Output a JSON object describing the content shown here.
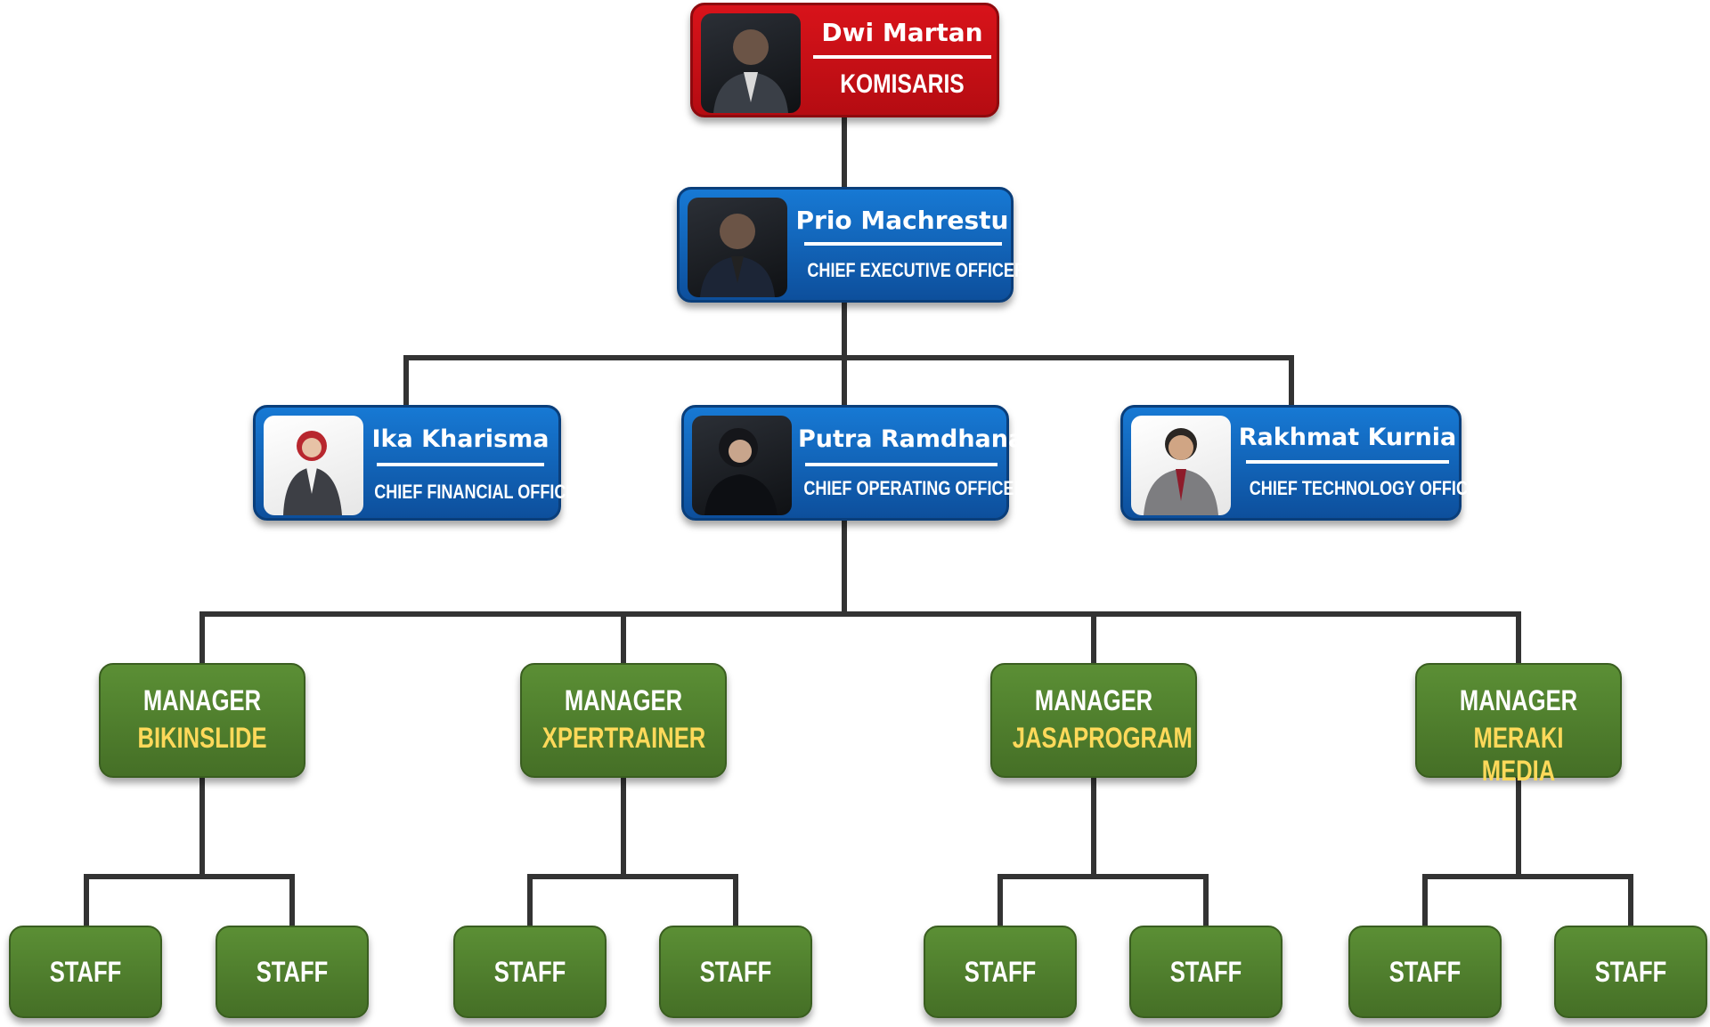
{
  "komisaris": {
    "name": "Dwi Martan",
    "role": "KOMISARIS",
    "photo_icon": "person-photo-icon"
  },
  "ceo": {
    "name": "Prio Machrestu",
    "role": "CHIEF EXECUTIVE OFFICER",
    "photo_icon": "person-photo-icon"
  },
  "cfo": {
    "name": "Ika Kharisma",
    "role": "CHIEF FINANCIAL OFFICER",
    "photo_icon": "person-photo-icon"
  },
  "coo": {
    "name": "Putra Ramdhana",
    "role": "CHIEF OPERATING OFFICER",
    "photo_icon": "person-photo-icon"
  },
  "cto": {
    "name": "Rakhmat Kurnia",
    "role": "CHIEF TECHNOLOGY OFFICER",
    "photo_icon": "person-photo-icon"
  },
  "managers": [
    {
      "title": "MANAGER",
      "unit": "BIKINSLIDE"
    },
    {
      "title": "MANAGER",
      "unit": "XPERTRAINER"
    },
    {
      "title": "MANAGER",
      "unit": "JASAPROGRAM"
    },
    {
      "title": "MANAGER",
      "unit": "MERAKI MEDIA"
    }
  ],
  "staff": [
    "STAFF",
    "STAFF",
    "STAFF",
    "STAFF",
    "STAFF",
    "STAFF",
    "STAFF",
    "STAFF"
  ],
  "colors": {
    "komisaris": "#c8101a",
    "executive": "#1166bb",
    "manager": "#507f2e",
    "manager_unit_text": "#ffd95a",
    "connector": "#333333"
  }
}
